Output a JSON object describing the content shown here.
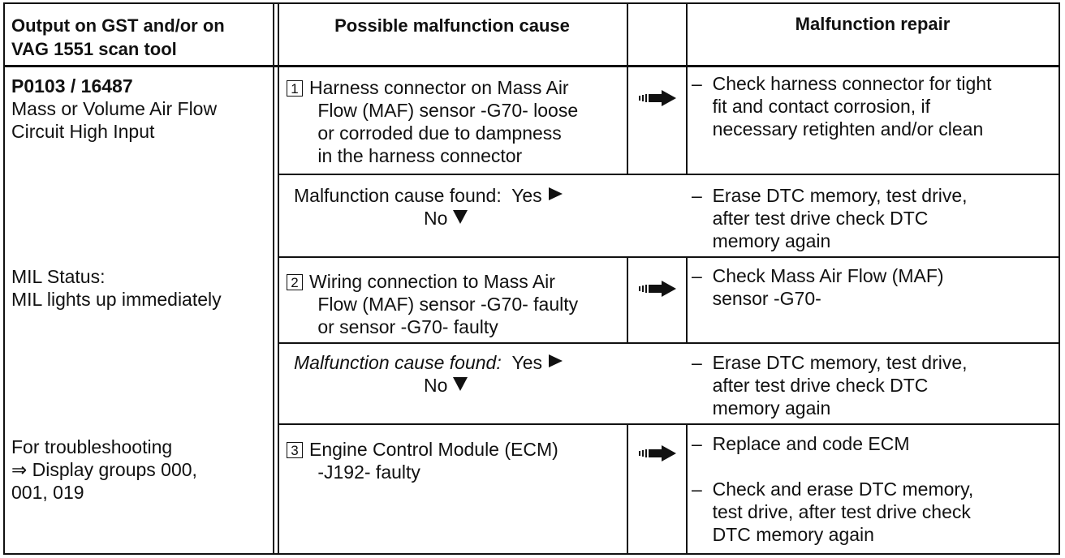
{
  "header": {
    "col1": [
      "Output on GST and/or on",
      "VAG 1551 scan tool"
    ],
    "col2": "Possible malfunction cause",
    "col4": "Malfunction repair"
  },
  "left": {
    "code": "P0103 / 16487",
    "desc": [
      "Mass or Volume Air Flow",
      "Circuit High Input"
    ],
    "mil": [
      "MIL Status:",
      "MIL lights up immediately"
    ],
    "trouble": [
      "For troubleshooting",
      "⇒ Display groups 000,",
      "001, 019"
    ]
  },
  "steps": [
    {
      "num": "1",
      "cause": [
        "Harness connector on Mass Air",
        "Flow (MAF) sensor -G70- loose",
        "or corroded due to dampness",
        "in the harness connector"
      ],
      "repair": [
        {
          "dash": "–",
          "lines": [
            "Check harness connector for tight",
            "fit and contact corrosion, if",
            "necessary retighten and/or clean"
          ]
        }
      ]
    },
    {
      "num": "2",
      "cause": [
        "Wiring connection to Mass Air",
        "Flow (MAF) sensor -G70- faulty",
        "or sensor -G70- faulty"
      ],
      "repair": [
        {
          "dash": "–",
          "lines": [
            "Check Mass Air Flow (MAF)",
            "sensor -G70-"
          ]
        }
      ]
    },
    {
      "num": "3",
      "cause": [
        "Engine Control Module (ECM)",
        "-J192- faulty"
      ],
      "repair": [
        {
          "dash": "–",
          "lines": [
            "Replace and code ECM"
          ]
        },
        {
          "dash": "–",
          "lines": [
            "Check and erase DTC memory,",
            "test drive, after test drive check",
            "DTC memory again"
          ]
        }
      ]
    }
  ],
  "found_rows": [
    {
      "label": "Malfunction cause found:",
      "yes": "Yes",
      "no": "No",
      "dash": "–",
      "repair": [
        "Erase DTC memory, test drive,",
        "after test drive check DTC",
        "memory again"
      ]
    },
    {
      "label": "Malfunction cause found:",
      "yes": "Yes",
      "no": "No",
      "dash": "–",
      "repair": [
        "Erase DTC memory, test drive,",
        "after test drive check DTC",
        "memory again"
      ]
    }
  ]
}
